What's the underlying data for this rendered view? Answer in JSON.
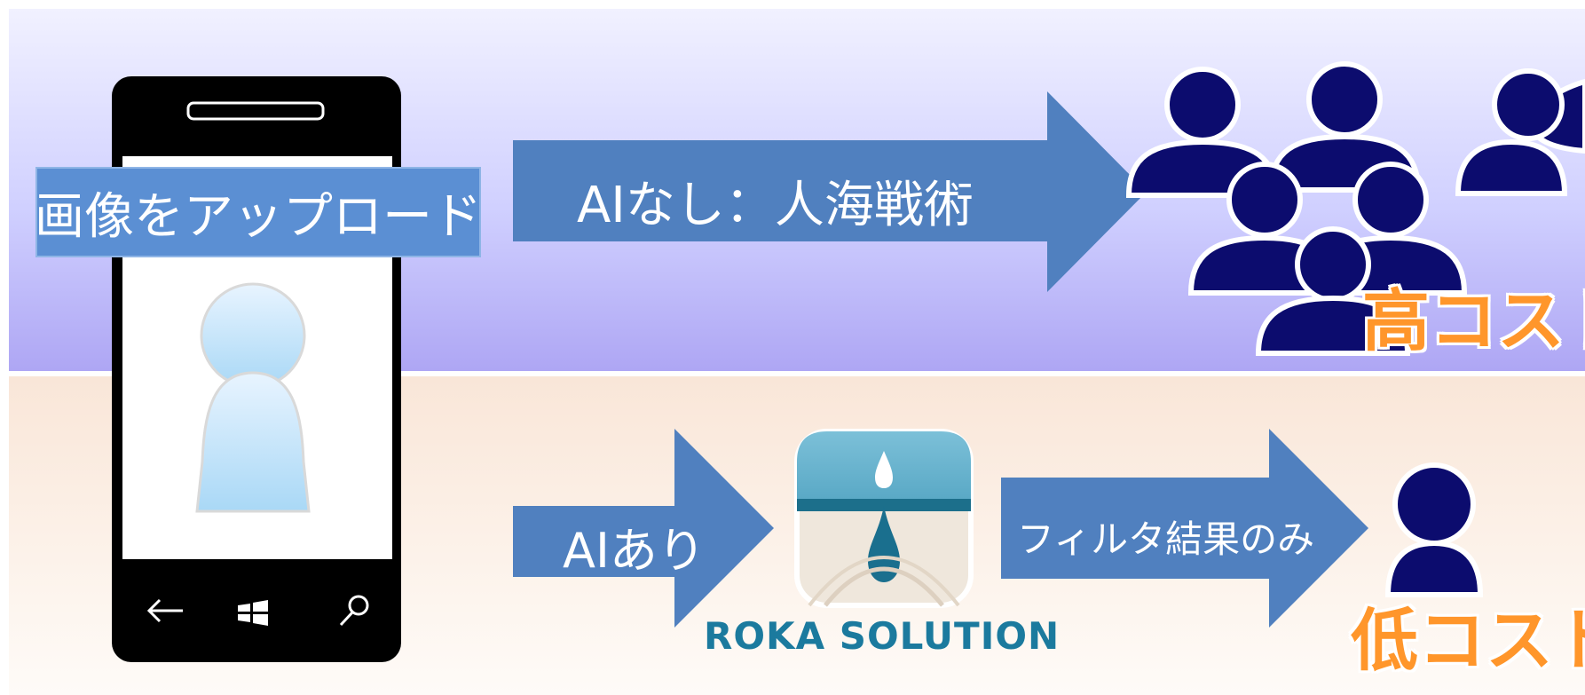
{
  "upload_label": "画像をアップロード",
  "without_ai": {
    "arrow_label": "AIなし：人海戦術",
    "cost_label": "高コスト"
  },
  "with_ai": {
    "arrow_label": "AIあり",
    "result_label": "フィルタ結果のみ",
    "cost_label": "低コスト",
    "brand": "ROKA SOLUTION"
  },
  "colors": {
    "arrow": "#5080bf",
    "upload_label_bg": "#5b8fd3",
    "person": "#0c0c6e",
    "cost_text": "#ff962b",
    "brand_text": "#1b7a9e"
  },
  "icons": [
    "smartphone-icon",
    "person-silhouette-icon",
    "people-crowd-icon",
    "person-icon",
    "roka-logo-icon",
    "back-arrow-icon",
    "windows-logo-icon",
    "search-icon"
  ]
}
